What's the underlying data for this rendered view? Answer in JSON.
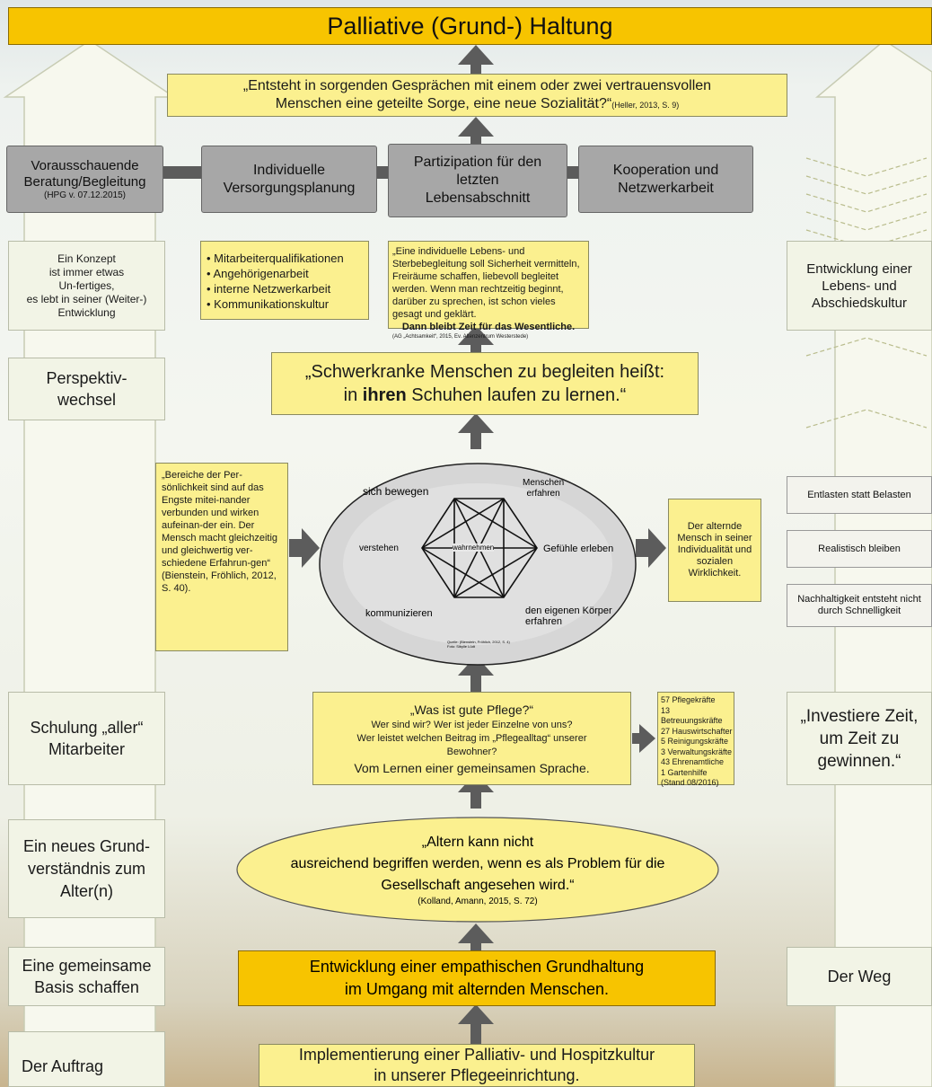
{
  "title": "Palliative (Grund-) Haltung",
  "quote_top": {
    "line1": "„Entsteht in sorgenden Gesprächen mit einem oder zwei vertrauensvollen",
    "line2": "Menschen eine geteilte Sorge, eine neue Sozialität?“",
    "cite": "(Heller, 2013, S. 9)"
  },
  "gray_row": {
    "b1_line1": "Vorausschauende",
    "b1_line2": "Beratung/Begleitung",
    "b1_cite": "(HPG v. 07.12.2015)",
    "b2_line1": "Individuelle",
    "b2_line2": "Versorgungsplanung",
    "b3_line1": "Partizipation für den",
    "b3_line2": "letzten",
    "b3_line3": "Lebensabschnitt",
    "b4_line1": "Kooperation und",
    "b4_line2": "Netzwerkarbeit"
  },
  "left_col": {
    "konzept": [
      "Ein Konzept",
      "ist immer etwas",
      "Un-fertiges,",
      "es lebt in seiner (Weiter-)",
      "Entwicklung"
    ],
    "perspektiv": [
      "Perspektiv-",
      "wechsel"
    ],
    "schulung": [
      "Schulung „aller“",
      "Mitarbeiter"
    ],
    "grundverstaendnis": [
      "Ein neues Grund-",
      "verständnis zum",
      "Alter(n)"
    ],
    "basis": [
      "Eine gemeinsame",
      "Basis schaffen"
    ],
    "auftrag": "Der Auftrag"
  },
  "bullets": [
    "Mitarbeiterqualifikationen",
    "Angehörigenarbeit",
    "interne Netzwerkarbeit",
    "Kommunikationskultur"
  ],
  "achtsamkeit": {
    "text": "„Eine individuelle Lebens- und Sterbebegleitung soll Sicherheit vermitteln, Freiräume schaffen, liebevoll begleitet werden. Wenn man rechtzeitig beginnt, darüber zu sprechen, ist schon vieles gesagt und geklärt.",
    "bold": "Dann bleibt Zeit für das Wesentliche.",
    "cite": "(AG „Achtsamkeit“, 2015, Ev. Altenzentrum Westerstede)"
  },
  "schwerkranke": {
    "line1": "„Schwerkranke Menschen zu begleiten heißt:",
    "pre": "in ",
    "bold": "ihren",
    "post": " Schuhen laufen zu lernen.“"
  },
  "bereiche": "„Bereiche der Per-sönlichkeit sind auf das Engste mitei-nander verbunden und wirken aufeinan-der ein. Der Mensch macht gleichzeitig und gleichwertig ver-schiedene Erfahrun-gen“ (Bienstein, Fröhlich, 2012, S. 40).",
  "hexagon": {
    "sich_bewegen": "sich bewegen",
    "menschen_erfahren": [
      "Menschen",
      "erfahren"
    ],
    "verstehen": "verstehen",
    "wahrnehmen": "wahrnehmen",
    "gefuehle": "Gefühle erleben",
    "kommunizieren": "kommunizieren",
    "koerper": [
      "den eigenen Körper",
      "erfahren"
    ],
    "source": [
      "Quelle: (Bienstein, Fröhlich, 2012, S. 4)",
      "Foto: Sibylle Lüdt"
    ]
  },
  "alternde_mensch": [
    "Der alternde",
    "Mensch in seiner",
    "Individualität und",
    "sozialen",
    "Wirklichkeit."
  ],
  "gute_pflege": {
    "title": "„Was ist gute Pflege?“",
    "line1": "Wer sind wir? Wer ist jeder Einzelne von uns?",
    "line2": "Wer leistet welchen Beitrag im „Pflegealltag“ unserer",
    "line3": "Bewohner?",
    "line4": "Vom Lernen einer gemeinsamen Sprache."
  },
  "staff": [
    "57 Pflegekräfte",
    "13 Betreuungskräfte",
    "27 Hauswirtschafter",
    "5 Reinigungskräfte",
    "3 Verwaltungskräfte",
    "43 Ehrenamtliche",
    "1 Gartenhilfe",
    "(Stand 08/2016)"
  ],
  "altern": {
    "line1": "„Altern kann nicht",
    "line2": "ausreichend begriffen werden, wenn es als Problem für die",
    "line3": "Gesellschaft angesehen wird.“",
    "cite": "(Kolland, Amann, 2015, S. 72)"
  },
  "empathisch": [
    "Entwicklung einer empathischen Grundhaltung",
    "im Umgang mit alternden Menschen."
  ],
  "implementierung": [
    "Implementierung einer Palliativ- und Hospitzkultur",
    "in unserer Pflegeeinrichtung."
  ],
  "right_col": {
    "entwicklung": [
      "Entwicklung einer",
      "Lebens- und",
      "Abschiedskultur"
    ],
    "wavy": [
      "Entlasten statt Belasten",
      "Realistisch bleiben",
      "Nachhaltigkeit entsteht nicht",
      "durch Schnelligkeit"
    ],
    "investiere": [
      "„Investiere Zeit,",
      "um Zeit zu",
      "gewinnen.“"
    ],
    "der_weg": "Der Weg"
  },
  "colors": {
    "yellow": "#fbf08f",
    "orange": "#f7c400",
    "gray": "#a7a7a7",
    "arrow": "#5c5c5c"
  }
}
